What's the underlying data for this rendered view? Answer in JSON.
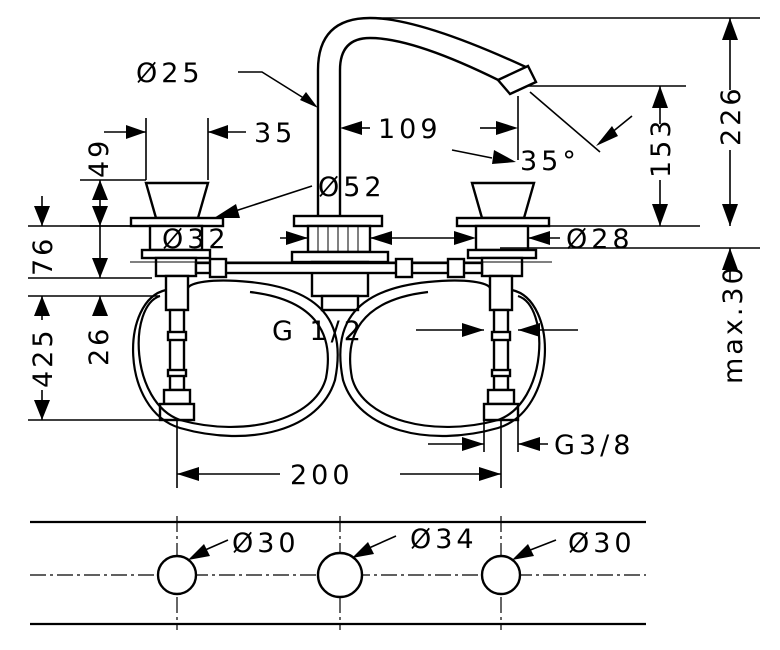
{
  "dimensions": {
    "d_spout_tube": "Ø25",
    "width_spout_offset": "35",
    "reach": "109",
    "height_handle_top": "49",
    "d_handle_base": "Ø52",
    "d_handle_shank": "Ø32",
    "d_valve_body": "Ø28",
    "angle_spout_tip": "35°",
    "height_outlet": "153",
    "height_total": "226",
    "height_76": "76",
    "hose_length": "425",
    "depth_26": "26",
    "thread_outlet": "G 1/2",
    "max_deck": "max.30",
    "thread_inlet": "G3/8",
    "spacing": "200"
  },
  "holes": {
    "left": "Ø30",
    "middle": "Ø34",
    "right": "Ø30"
  }
}
